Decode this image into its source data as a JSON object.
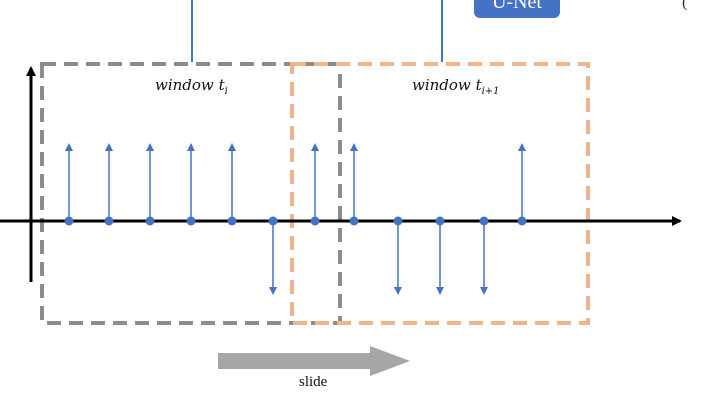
{
  "unet_box": {
    "label": "U-Net",
    "color": "#4472c4"
  },
  "edge_text": "(",
  "windows": [
    {
      "name": "window",
      "subscript": "i",
      "border_color": "#8c8c8c"
    },
    {
      "name": "window",
      "subscript": "i+1",
      "border_color": "#f0b48c"
    }
  ],
  "variable_prefix": "t",
  "slide_label": "slide",
  "colors": {
    "axis": "#000000",
    "stem": "#4472c4",
    "connector": "#4472c4",
    "slide_arrow": "#a6a6a6"
  },
  "signal": {
    "note": "",
    "directions": [
      "up",
      "up",
      "up",
      "up",
      "up",
      "down",
      "up",
      "up",
      "down",
      "down",
      "down",
      "up"
    ]
  }
}
